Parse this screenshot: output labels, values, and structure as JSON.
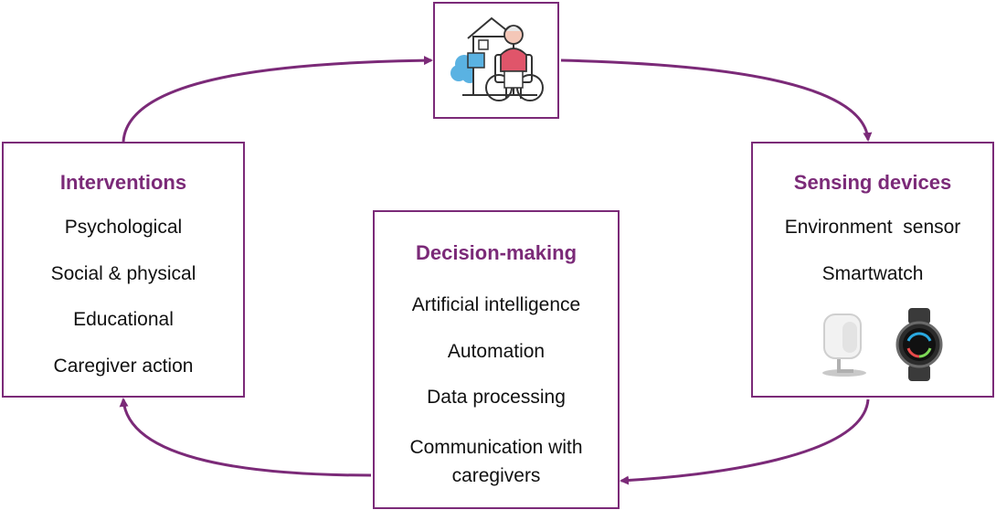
{
  "colors": {
    "accent": "#7b2a78",
    "text": "#111111",
    "icon_blue": "#5ab2e2",
    "icon_pink": "#e0556a"
  },
  "top_node": {
    "icon": "elderly-person-wheelchair-home-icon"
  },
  "interventions": {
    "title": "Interventions",
    "items": [
      "Psychological",
      "Social & physical",
      "Educational",
      "Caregiver action"
    ]
  },
  "sensing": {
    "title": "Sensing devices",
    "items": [
      "Environment  sensor",
      "Smartwatch"
    ],
    "devices": [
      "environment-sensor-icon",
      "smartwatch-icon"
    ]
  },
  "decision": {
    "title": "Decision-making",
    "items": [
      "Artificial intelligence",
      "Automation",
      "Data processing"
    ],
    "last_item": [
      "Communication with",
      "caregivers"
    ]
  }
}
